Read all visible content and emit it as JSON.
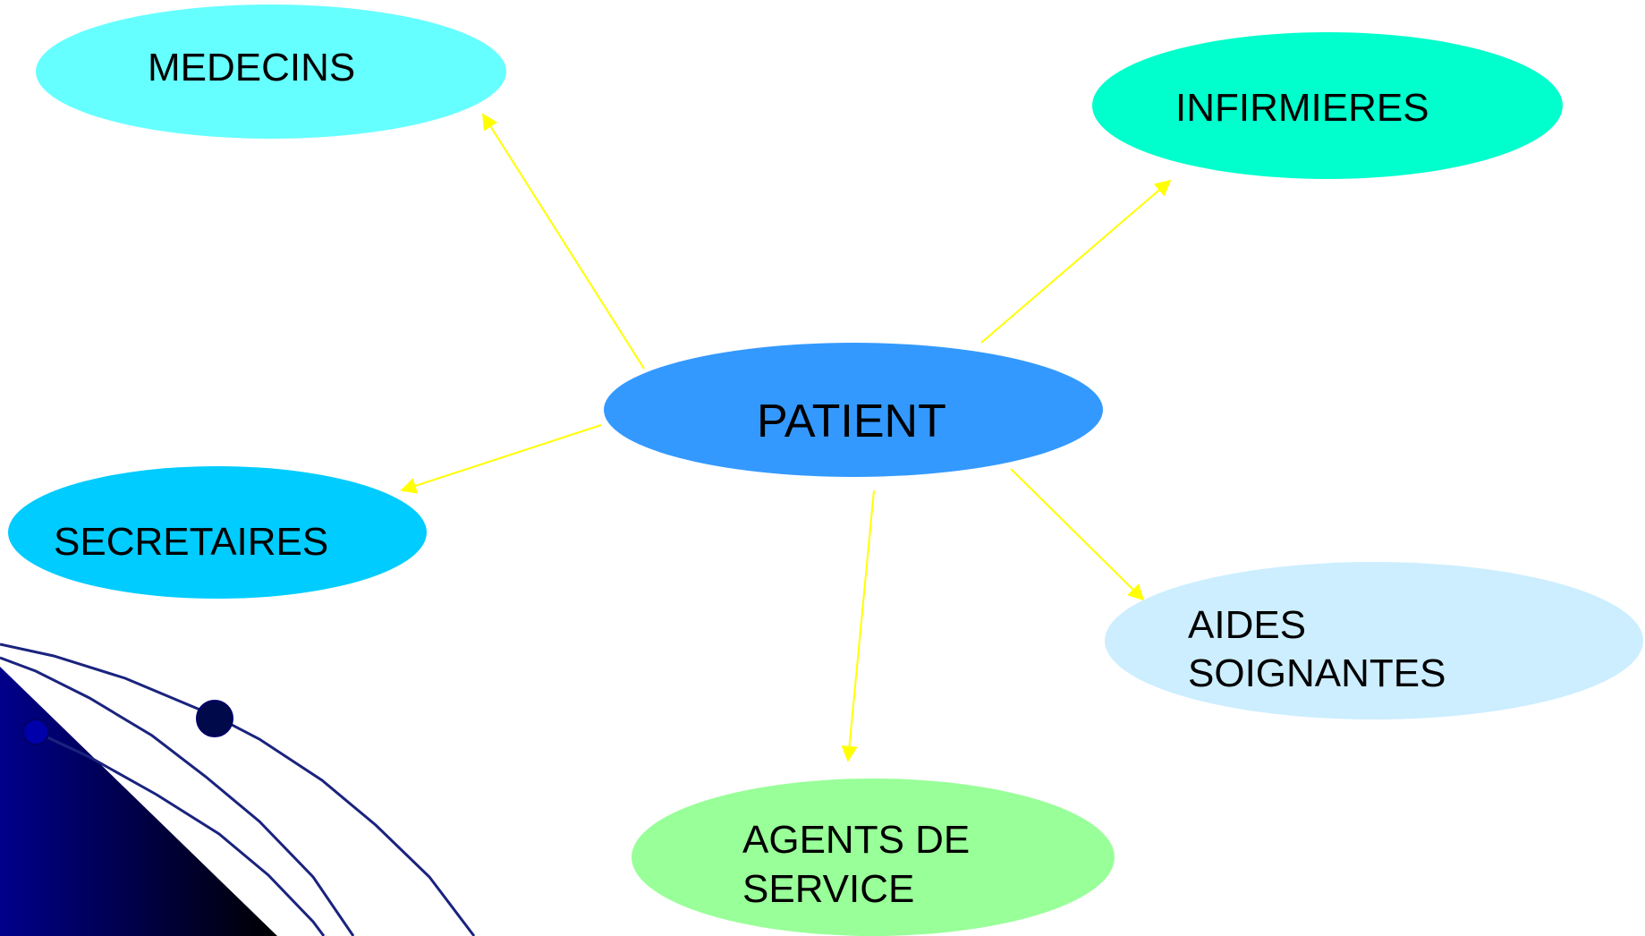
{
  "diagram": {
    "center": {
      "label": "PATIENT",
      "color": "#3399ff"
    },
    "nodes": [
      {
        "id": "medecins",
        "lines": [
          "MEDECINS"
        ],
        "color": "#66ffff"
      },
      {
        "id": "infirmieres",
        "lines": [
          "INFIRMIERES"
        ],
        "color": "#00ffcc"
      },
      {
        "id": "secretaires",
        "lines": [
          "SECRETAIRES"
        ],
        "color": "#00ccff"
      },
      {
        "id": "aides-soignantes",
        "lines": [
          "AIDES",
          "SOIGNANTES"
        ],
        "color": "#cceeff"
      },
      {
        "id": "agents-de-service",
        "lines": [
          "AGENTS DE",
          "SERVICE"
        ],
        "color": "#99ff99"
      }
    ],
    "arrow_color": "#ffff00",
    "decoration_colors": {
      "dark": "#000033",
      "blue": "#000099",
      "curve": "#1a237e"
    }
  }
}
